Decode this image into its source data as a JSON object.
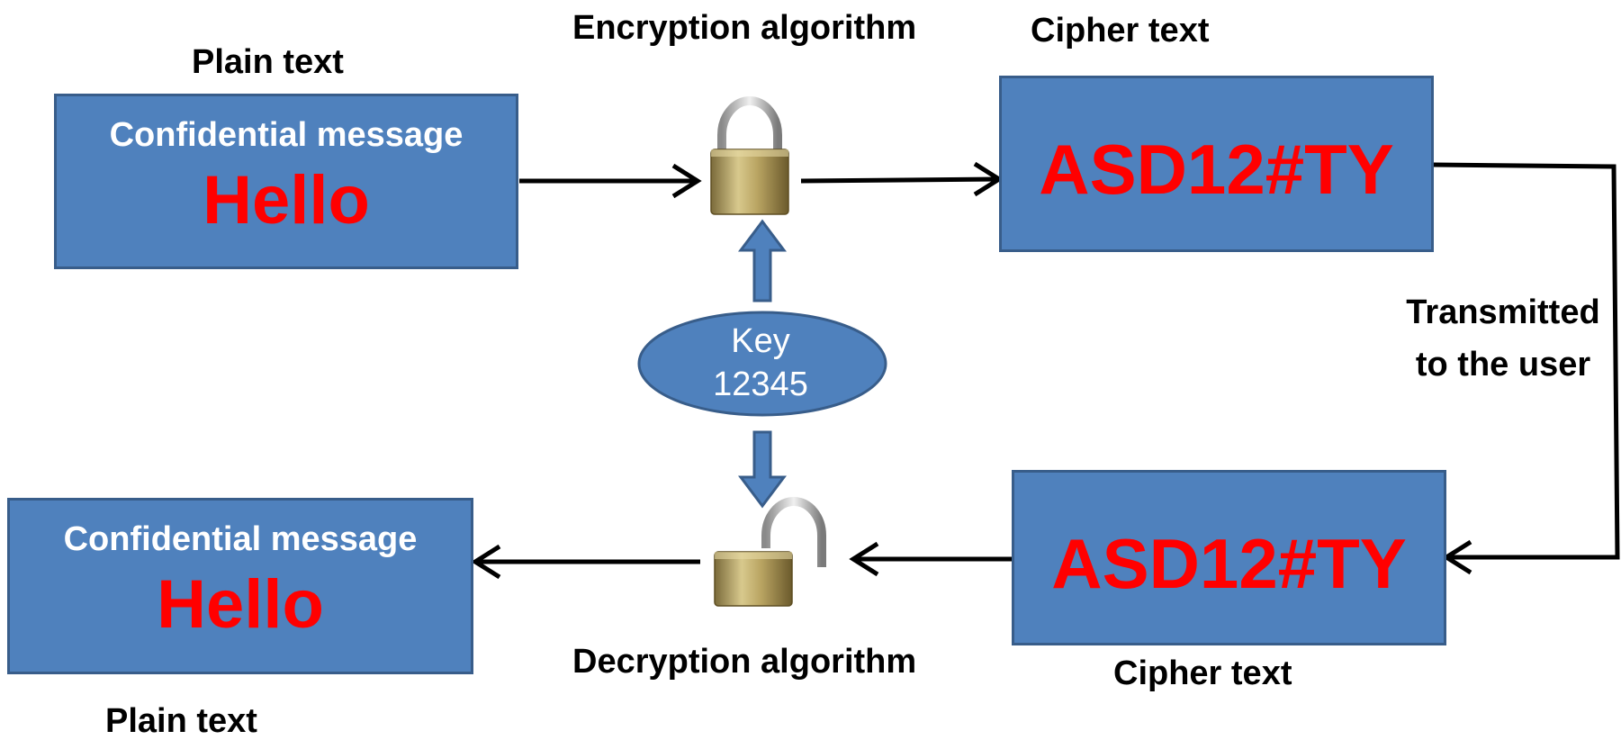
{
  "top": {
    "plain_label": "Plain text",
    "encryption_label": "Encryption algorithm",
    "cipher_label": "Cipher text",
    "plain_box": {
      "subtitle": "Confidential message",
      "message": "Hello"
    },
    "cipher_box": {
      "text": "ASD12#TY"
    }
  },
  "key": {
    "line1": "Key",
    "line2": "12345"
  },
  "transmit_label": "Transmitted to the user",
  "bottom": {
    "plain_label": "Plain text",
    "decryption_label": "Decryption algorithm",
    "cipher_label": "Cipher text",
    "plain_box": {
      "subtitle": "Confidential message",
      "message": "Hello"
    },
    "cipher_box": {
      "text": "ASD12#TY"
    }
  },
  "colors": {
    "box_fill": "#4f81bd",
    "box_border": "#385d8a",
    "message_text": "#ff0000",
    "subtitle_text": "#ffffff"
  },
  "icons": {
    "encrypt": "closed-padlock-icon",
    "decrypt": "open-padlock-icon"
  }
}
